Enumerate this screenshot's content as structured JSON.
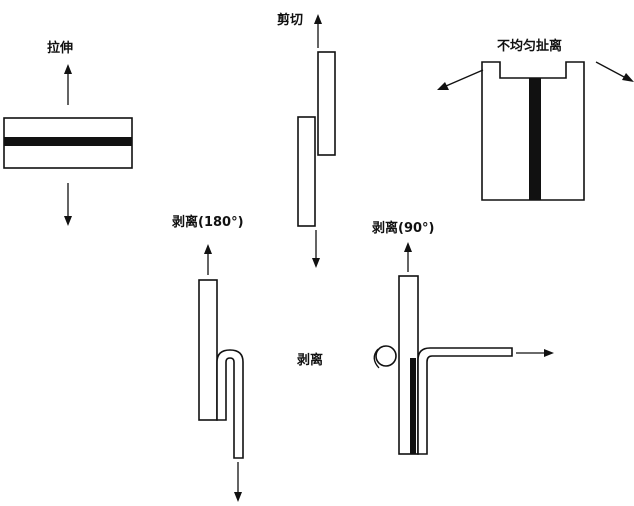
{
  "labels": {
    "tension": "拉伸",
    "shear": "剪切",
    "cleavage": "不均匀扯离",
    "peel_180": "剥离(180°)",
    "peel_90": "剥离(90°)",
    "peel": "剥离"
  },
  "colors": {
    "line": "#111111",
    "background": "#ffffff"
  }
}
